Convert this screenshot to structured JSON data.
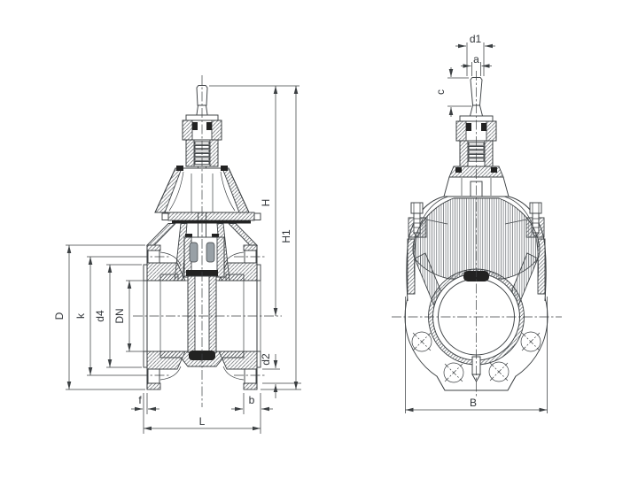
{
  "drawing": {
    "background": "#ffffff",
    "line_color": "#3c4043",
    "seal_color": "#222222",
    "pad_color": "#98a0a6",
    "views": {
      "side_section": {
        "name": "gate-valve-side-section",
        "dimension_labels": [
          "H",
          "H1",
          "D",
          "k",
          "d4",
          "DN",
          "d2",
          "f",
          "b",
          "L"
        ]
      },
      "front_section": {
        "name": "gate-valve-front-section",
        "dimension_labels": [
          "d1",
          "a",
          "c",
          "B"
        ]
      }
    },
    "labels": {
      "H": "H",
      "H1": "H1",
      "D": "D",
      "k": "k",
      "d4": "d4",
      "DN": "DN",
      "d2": "d2",
      "f": "f",
      "b": "b",
      "L": "L",
      "d1": "d1",
      "a": "a",
      "c": "c",
      "B": "B"
    }
  }
}
